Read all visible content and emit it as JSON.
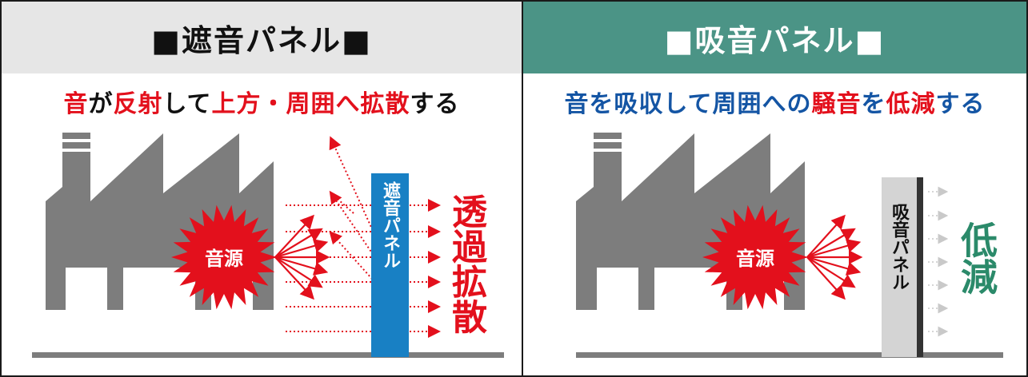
{
  "left": {
    "title": "■遮音パネル■",
    "subtitle_parts": [
      {
        "text": "音",
        "color": "red"
      },
      {
        "text": "が",
        "color": "black"
      },
      {
        "text": "反射",
        "color": "red"
      },
      {
        "text": "して",
        "color": "black"
      },
      {
        "text": "上方・周囲へ拡散",
        "color": "red"
      },
      {
        "text": "する",
        "color": "black"
      }
    ],
    "source_label": "音源",
    "panel_label": "遮音パネル",
    "result_label": "透過拡散"
  },
  "right": {
    "title": "■吸音パネル■",
    "subtitle_parts": [
      {
        "text": "音を吸収して周囲への",
        "color": "blue"
      },
      {
        "text": "騒音",
        "color": "red"
      },
      {
        "text": "を",
        "color": "blue"
      },
      {
        "text": "低減",
        "color": "red"
      },
      {
        "text": "する",
        "color": "blue"
      }
    ],
    "source_label": "音源",
    "panel_label": "吸音パネル",
    "result_label": "低減"
  },
  "colors": {
    "factory": "#7d7d7d",
    "arrow_red": "#e3101c",
    "burst_red": "#e3101c",
    "left_panel_blue": "#1880c4",
    "right_panel_gray": "#d4d4d4",
    "right_result_green": "#2b8a6a",
    "right_header_green": "#4b9486"
  }
}
